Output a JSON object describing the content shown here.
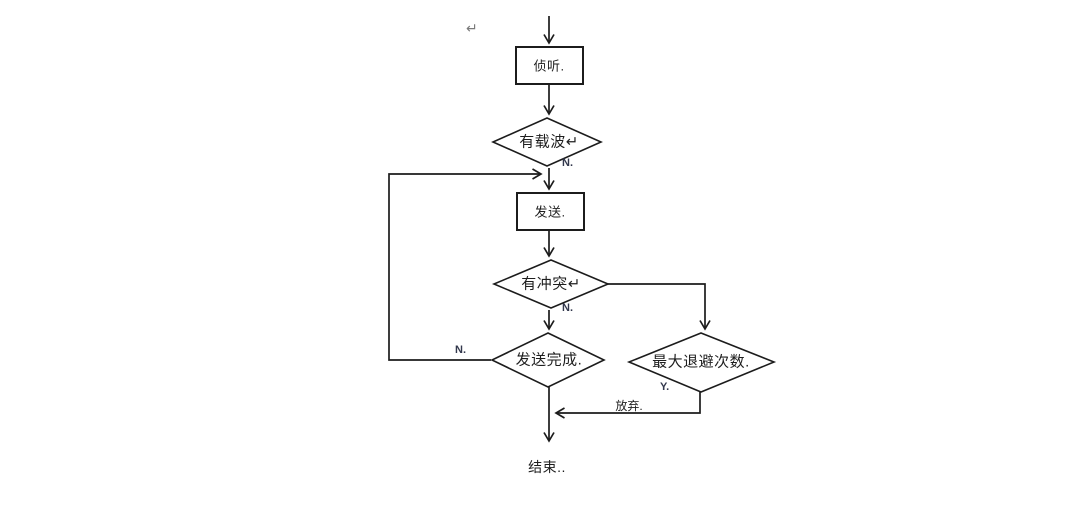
{
  "diagram": {
    "paragraph_mark": "↵",
    "nodes": {
      "listen": "侦听.",
      "carrier": "有载波↵",
      "send": "发送.",
      "collision": "有冲突↵",
      "send_done": "发送完成.",
      "max_backoff": "最大退避次数.",
      "end": "结束.."
    },
    "edge_labels": {
      "carrier_no": "N.",
      "collision_no": "N.",
      "send_done_no": "N.",
      "max_backoff_yes": "Y.",
      "abandon": "放弃."
    },
    "colors": {
      "line": "#1c1c1c",
      "text": "#1e1e1e",
      "mark": "#7a7a7a",
      "background": "#ffffff"
    }
  }
}
